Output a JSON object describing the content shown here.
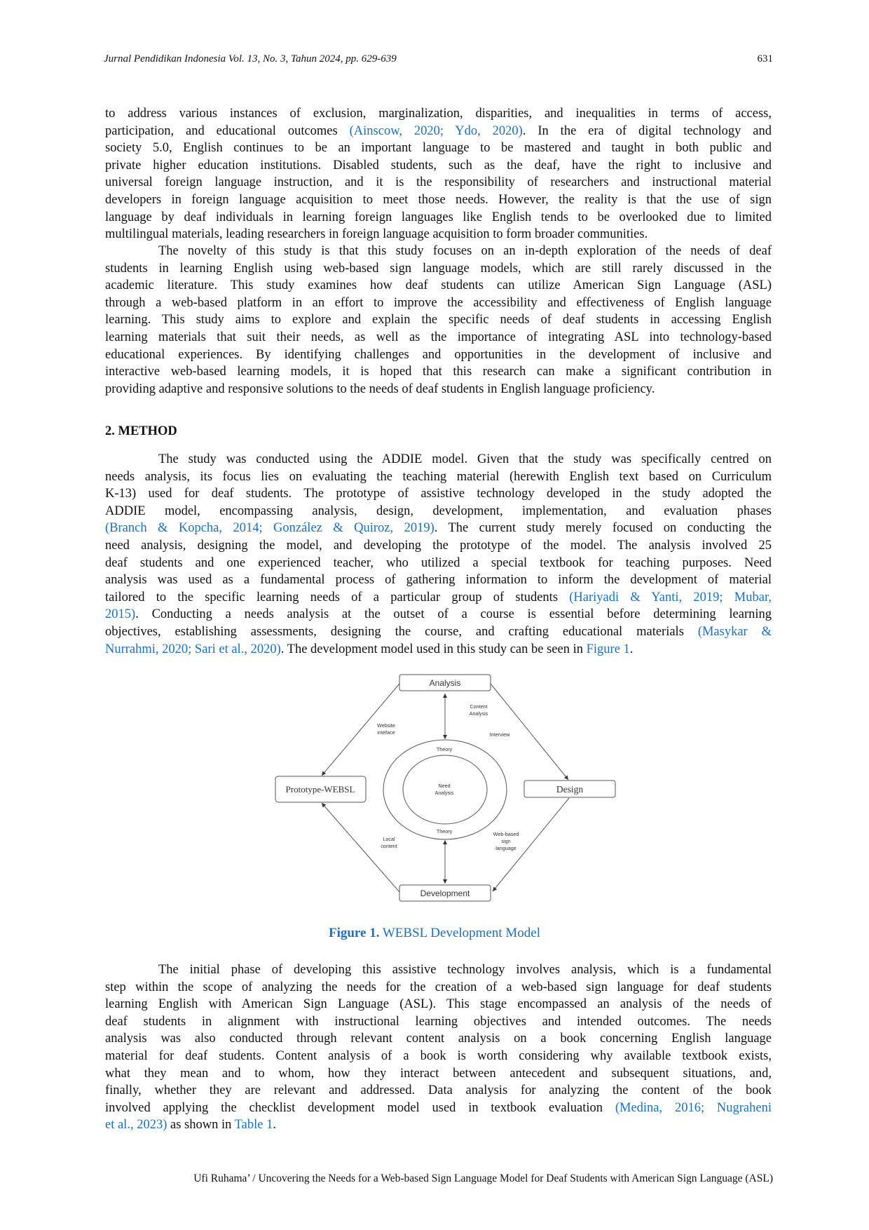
{
  "header": {
    "journal": "Jurnal Pendidikan Indonesia Vol. 13, No. 3, Tahun 2024, pp. 629-639",
    "page_number": "631"
  },
  "colors": {
    "link": "#1f6fb8"
  },
  "paragraphs": [
    {
      "indent": false,
      "lines": [
        [
          "to address various instances of exclusion, marginalization, disparities, and inequalities in terms of access,"
        ],
        [
          "participation, and educational outcomes ",
          {
            "link": "(Ainscow, 2020; Ydo, 2020)"
          },
          ". In the era of digital technology and"
        ],
        [
          "society 5.0, English continues to be an important language to be mastered and taught in both public and"
        ],
        [
          "private higher education institutions. Disabled students, such as the deaf, have the right to inclusive and"
        ],
        [
          "universal foreign language instruction, and it is the responsibility of researchers and instructional material"
        ],
        [
          "developers in foreign language acquisition to meet those needs. However, the reality is that the use of sign"
        ],
        [
          "language by deaf individuals in learning foreign languages like English tends to be overlooked due to limited"
        ],
        [
          "multilingual materials, leading researchers in foreign language acquisition to form broader communities."
        ]
      ]
    },
    {
      "indent": true,
      "lines": [
        [
          "The novelty of this study is that this study focuses on an in-depth exploration of the needs of deaf"
        ],
        [
          "students in learning English using web-based sign language models, which are still rarely discussed in the"
        ],
        [
          "academic literature. This study examines how deaf students can utilize American Sign Language (ASL)"
        ],
        [
          "through a web-based platform in an effort to improve the accessibility and effectiveness of English language"
        ],
        [
          "learning. This study aims to explore and explain the specific needs of deaf students in accessing English"
        ],
        [
          "learning materials that suit their needs, as well as the importance of integrating ASL into technology-based"
        ],
        [
          "educational experiences. By identifying challenges and opportunities in the development of inclusive and"
        ],
        [
          "interactive web-based learning models, it is hoped that this research can make a significant contribution in"
        ],
        [
          "providing adaptive and responsive solutions to the needs of deaf students in English language proficiency."
        ]
      ]
    },
    {
      "indent": true,
      "lines": [
        [
          "The study was conducted using the ADDIE model. Given that the study was specifically centred on"
        ],
        [
          "needs analysis, its focus lies on evaluating the teaching material (herewith English text based on Curriculum"
        ],
        [
          "K-13) used for deaf students. The prototype of assistive technology developed in the study adopted the"
        ],
        [
          "ADDIE model, encompassing analysis, design, development, implementation, and evaluation phases"
        ],
        [
          {
            "link": "(Branch & Kopcha, 2014; González & Quiroz, 2019)"
          },
          ". The current study merely focused on conducting the"
        ],
        [
          "need analysis, designing the model, and developing the prototype of the model. The analysis involved 25"
        ],
        [
          "deaf students and one experienced teacher, who utilized a special textbook for teaching purposes. Need"
        ],
        [
          "analysis was used as a fundamental process of gathering information to inform the development of material"
        ],
        [
          "tailored to the specific learning needs of a particular group of students ",
          {
            "link": "(Hariyadi & Yanti, 2019; Mubar,"
          }
        ],
        [
          {
            "link": "2015)"
          },
          ". Conducting a needs analysis at the outset of a course is essential before determining learning"
        ],
        [
          "objectives, establishing assessments, designing the course, and crafting educational materials ",
          {
            "link": "(Masykar &"
          }
        ],
        [
          {
            "link": "Nurrahmi, 2020; Sari et al., 2020)"
          },
          ". The development model used in this study can be seen in ",
          {
            "link": "Figure 1"
          },
          "."
        ]
      ]
    },
    {
      "indent": true,
      "lines": [
        [
          "The initial phase of developing this assistive technology involves analysis, which is a fundamental"
        ],
        [
          "step within the scope of analyzing the needs for the creation of a web-based sign language for deaf students"
        ],
        [
          "learning English with American Sign Language (ASL). This stage encompassed an analysis of the needs of"
        ],
        [
          "deaf students in alignment with instructional learning objectives and intended outcomes. The needs"
        ],
        [
          "analysis was also conducted through relevant content analysis on a book concerning English language"
        ],
        [
          "material for deaf students. Content analysis of a book is worth considering why available textbook exists,"
        ],
        [
          "what they mean and to whom, how they interact between antecedent and subsequent situations, and,"
        ],
        [
          "finally, whether they are relevant and addressed. Data analysis for analyzing the content of the book"
        ],
        [
          "involved applying the checklist development model used in textbook evaluation ",
          {
            "link": "(Medina, 2016; Nugraheni"
          }
        ],
        [
          {
            "link": "et al., 2023)"
          },
          " as shown in ",
          {
            "link": "Table 1"
          },
          "."
        ]
      ]
    }
  ],
  "method_heading": "2.  METHOD",
  "figure": {
    "nodes": {
      "analysis": "Analysis",
      "design": "Design",
      "development": "Development",
      "prototype": "Prototype-WEBSL"
    },
    "labels": {
      "content_analysis": [
        "Content",
        "Analysis"
      ],
      "website_interface": [
        "Website",
        "inteface"
      ],
      "interview": "Interview",
      "theory_top": "Theory",
      "theory_bottom": "Theory",
      "need_analysis": [
        "Need",
        "Analysis"
      ],
      "local_content": [
        "Local",
        "content"
      ],
      "web_based": [
        "Web-based",
        "sign",
        "language"
      ]
    },
    "caption_label": "Figure 1.",
    "caption_text": " WEBSL Development Model"
  },
  "footer": "Ufi Ruhama’ / Uncovering the Needs for a Web-based Sign Language Model for Deaf Students with American Sign Language (ASL)"
}
